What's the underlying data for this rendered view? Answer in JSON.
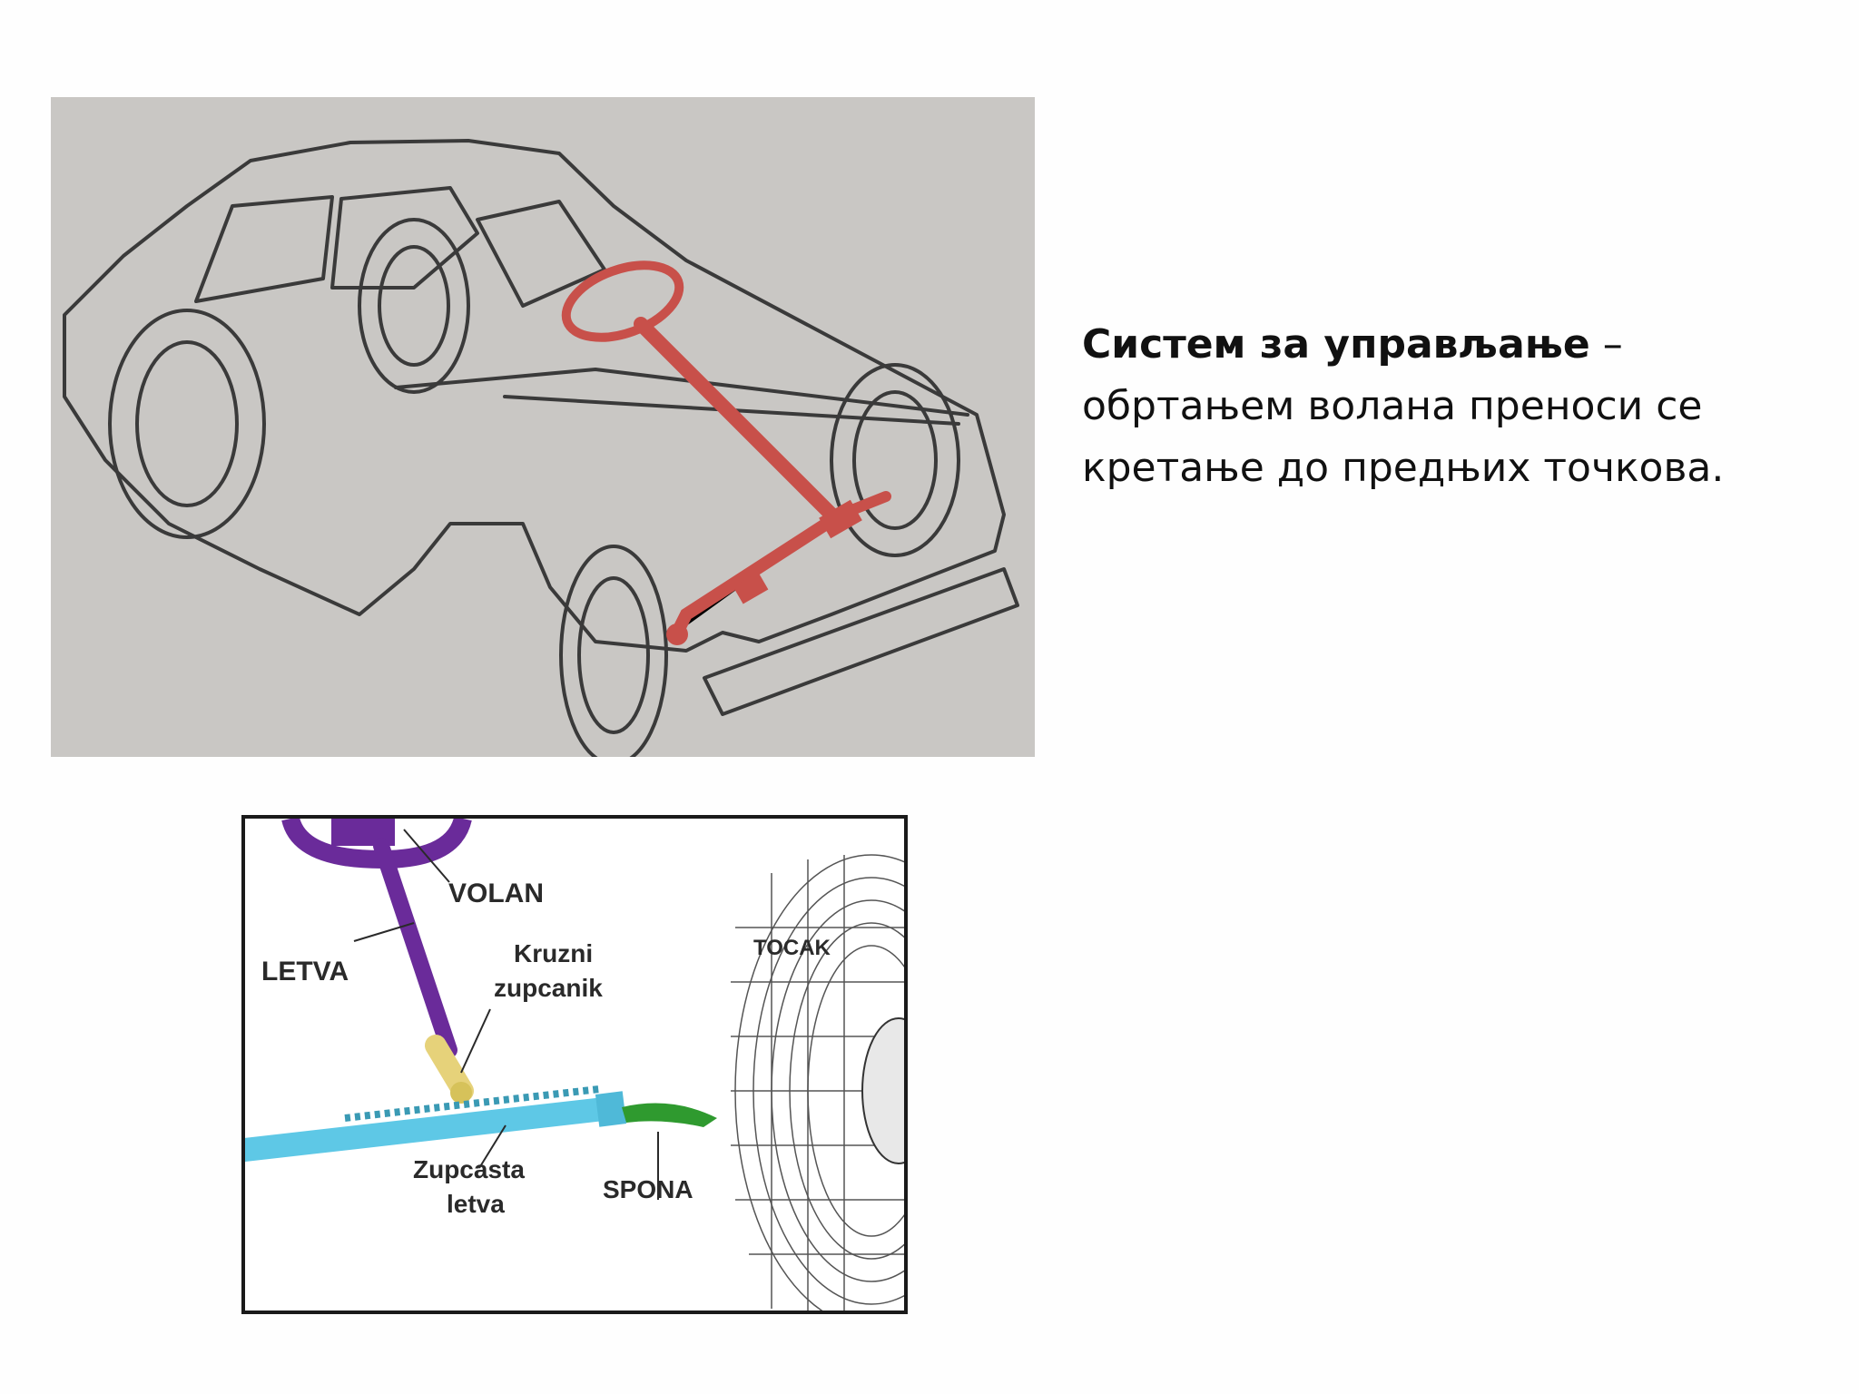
{
  "description": {
    "title": "Систем за управљање",
    "dash": " –",
    "body": "обртањем волана преноси се кретање до предњих точкова."
  },
  "diagram": {
    "labels": {
      "volan": "VOLAN",
      "letva": "LETVA",
      "kruzni_line1": "Kruzni",
      "kruzni_line2": "zupcanik",
      "tocak": "TOCAK",
      "zupcasta_line1": "Zupcasta",
      "zupcasta_line2": "letva",
      "spona": "SPONA"
    }
  },
  "colors": {
    "car_background": "#c9c7c4",
    "steering_column": "#c8504a",
    "steering_wheel_purple": "#6a2b9a",
    "rack_cyan": "#5ec8e6",
    "tie_rod_green": "#2f9a2f",
    "pinion_yellow": "#e6d27a"
  }
}
